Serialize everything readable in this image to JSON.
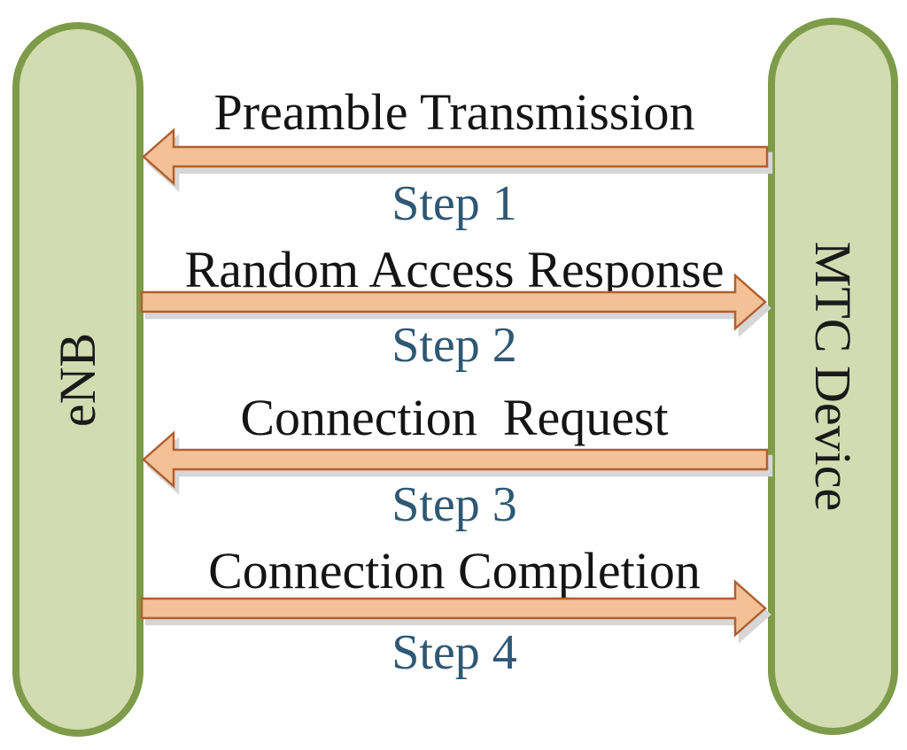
{
  "diagram": {
    "title_hint": "Random access procedure between MTC Device and eNB",
    "left_entity": {
      "label": "eNB"
    },
    "right_entity": {
      "label": "MTC Device"
    },
    "steps": [
      {
        "message": "Preamble Transmission",
        "step_label": "Step 1",
        "direction": "right-to-left"
      },
      {
        "message": "Random Access Response",
        "step_label": "Step 2",
        "direction": "left-to-right"
      },
      {
        "message": "Connection  Request",
        "step_label": "Step 3",
        "direction": "right-to-left"
      },
      {
        "message": "Connection Completion",
        "step_label": "Step 4",
        "direction": "left-to-right"
      }
    ],
    "colors": {
      "background": "#ffffff",
      "entity_fill": "#d3dbb1",
      "entity_border": "#7d9b49",
      "arrow_fill": "#f4c196",
      "arrow_border": "#b06030",
      "shadow": "#d6d6d6",
      "message_text": "#141414",
      "step_text": "#2e5874"
    }
  }
}
